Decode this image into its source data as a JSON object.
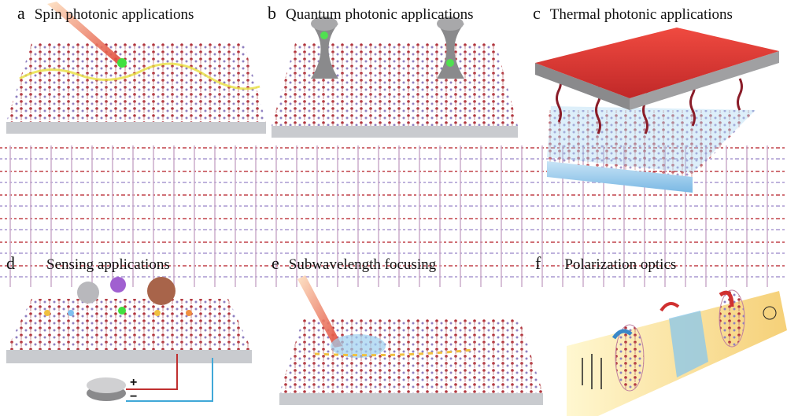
{
  "panels": [
    {
      "letter": "a",
      "title": "Spin photonic applications"
    },
    {
      "letter": "b",
      "title": "Quantum photonic applications"
    },
    {
      "letter": "c",
      "title": "Thermal photonic applications"
    },
    {
      "letter": "d",
      "title": "Sensing applications"
    },
    {
      "letter": "e",
      "title": "Subwavelength focusing"
    },
    {
      "letter": "f",
      "title": "Polarization optics"
    }
  ],
  "meter": {
    "plus": "+",
    "minus": "−"
  },
  "colors": {
    "atom_red": "#b0303a",
    "atom_purple": "#9a8fc8",
    "slab": "#c9cbcf",
    "hot": "#e8403a",
    "cold": "#8fc8ec",
    "beam": "#f0b050"
  }
}
